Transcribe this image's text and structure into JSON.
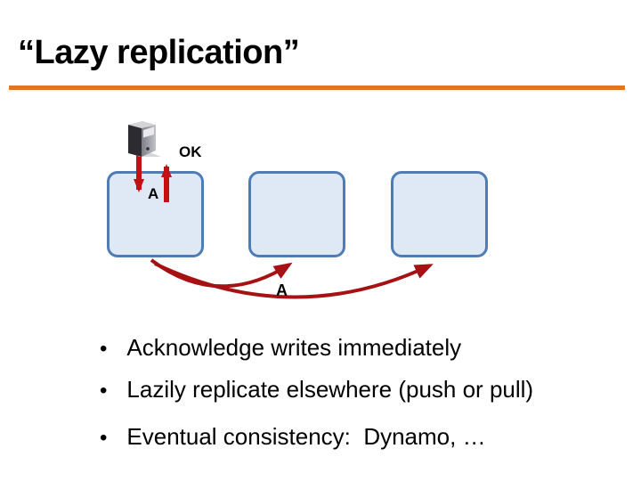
{
  "slide": {
    "title": "“Lazy replication”",
    "accent_rule_color": "#e2751d",
    "diagram": {
      "icon": "server-tower-icon",
      "node_count": 3,
      "write_label": "A",
      "ack_label": "OK",
      "replicate_label": "A",
      "colors": {
        "node_fill": "#dfe8f5",
        "node_border": "#4f7cb5",
        "write_ack_arrow": "#c21014",
        "lazy_arrow": "#a61114"
      }
    },
    "bullets": [
      "Acknowledge writes immediately",
      "Lazily replicate elsewhere (push or pull)",
      "Eventual consistency:  Dynamo, …"
    ]
  }
}
